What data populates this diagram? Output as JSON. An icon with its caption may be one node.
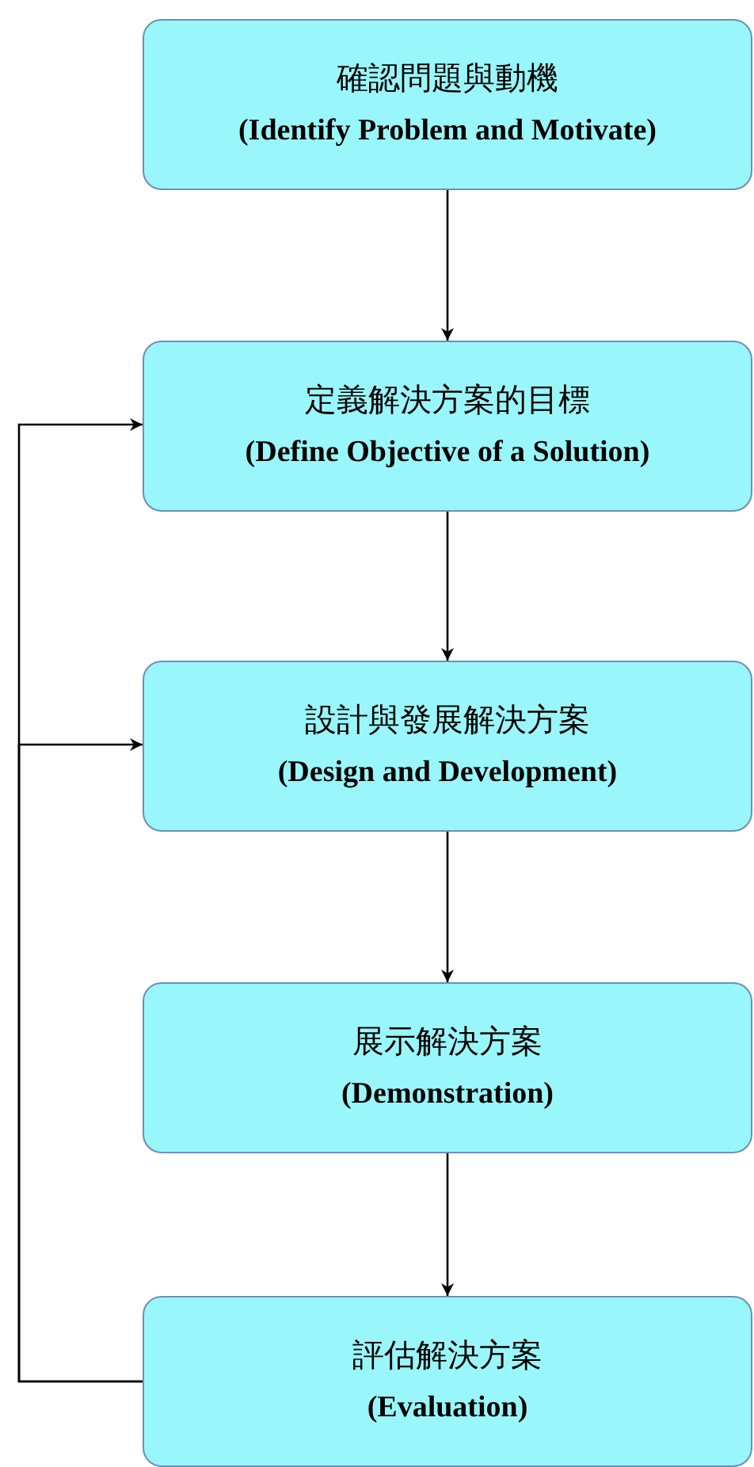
{
  "diagram": {
    "nodes": [
      {
        "text": [
          "確認問題與動機",
          "(Identify Problem and Motivate)"
        ]
      },
      {
        "text": [
          "定義解決方案的目標",
          "(Define Objective of a Solution)"
        ]
      },
      {
        "text": [
          "設計與發展解決方案",
          "(Design and Development)"
        ]
      },
      {
        "text": [
          "展示解決方案",
          "(Demonstration)"
        ]
      },
      {
        "text": [
          "評估解決方案",
          "(Evaluation)"
        ]
      }
    ],
    "edges": [
      {
        "from": 0,
        "to": 1,
        "arrow": "to"
      },
      {
        "from": 1,
        "to": 2,
        "arrow": "to"
      },
      {
        "from": 2,
        "to": 3,
        "arrow": "to"
      },
      {
        "from": 3,
        "to": 4,
        "arrow": "to"
      },
      {
        "from": 4,
        "to": 1,
        "arrow": "to"
      },
      {
        "from": 4,
        "to": 2,
        "arrow": "to"
      }
    ]
  }
}
